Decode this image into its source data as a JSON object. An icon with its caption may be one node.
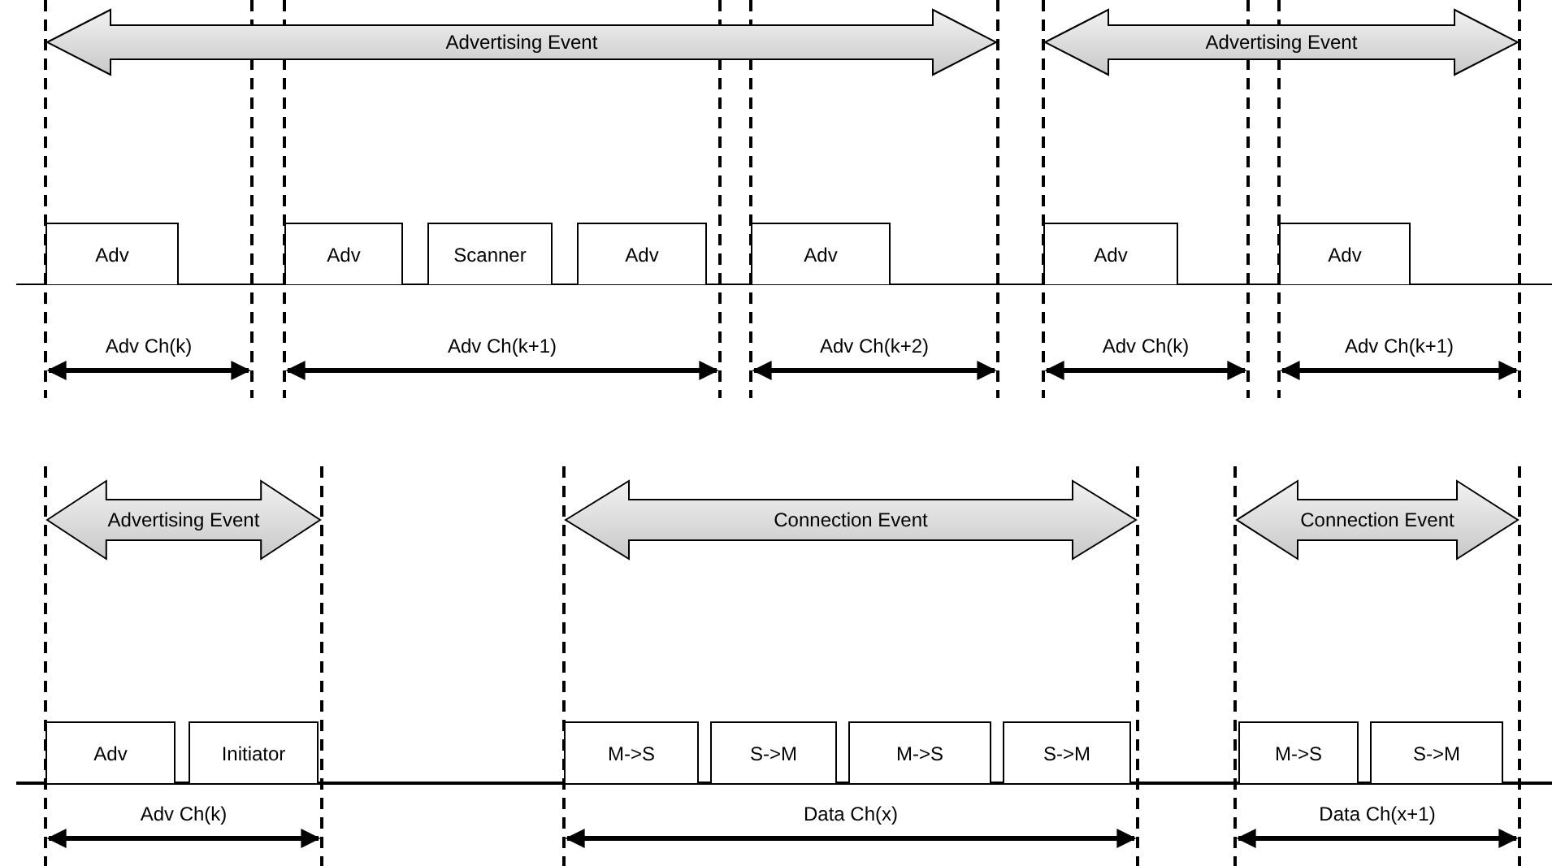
{
  "diagram": {
    "nodes": [
      {
        "text": [
          "Advertising Event"
        ]
      },
      {
        "text": [
          "Advertising Event"
        ]
      },
      {
        "text": [
          "Adv"
        ]
      },
      {
        "text": [
          "Adv"
        ]
      },
      {
        "text": [
          "Scanner"
        ]
      },
      {
        "text": [
          "Adv"
        ]
      },
      {
        "text": [
          "Adv"
        ]
      },
      {
        "text": [
          "Adv"
        ]
      },
      {
        "text": [
          "Adv"
        ]
      },
      {
        "text": [
          "Advertising Event"
        ]
      },
      {
        "text": [
          "Connection Event"
        ]
      },
      {
        "text": [
          "Connection Event"
        ]
      },
      {
        "text": [
          "Adv"
        ]
      },
      {
        "text": [
          "Initiator"
        ]
      },
      {
        "text": [
          "M->S"
        ]
      },
      {
        "text": [
          "S->M"
        ]
      },
      {
        "text": [
          "M->S"
        ]
      },
      {
        "text": [
          "S->M"
        ]
      },
      {
        "text": [
          "M->S"
        ]
      },
      {
        "text": [
          "S->M"
        ]
      }
    ],
    "edges": [],
    "labels": [
      "Adv Ch(k)",
      "Adv Ch(k+1)",
      "Adv Ch(k+2)",
      "Adv Ch(k)",
      "Adv Ch(k+1)",
      "Adv Ch(k)",
      "Data Ch(x)",
      "Data Ch(x+1)"
    ]
  }
}
